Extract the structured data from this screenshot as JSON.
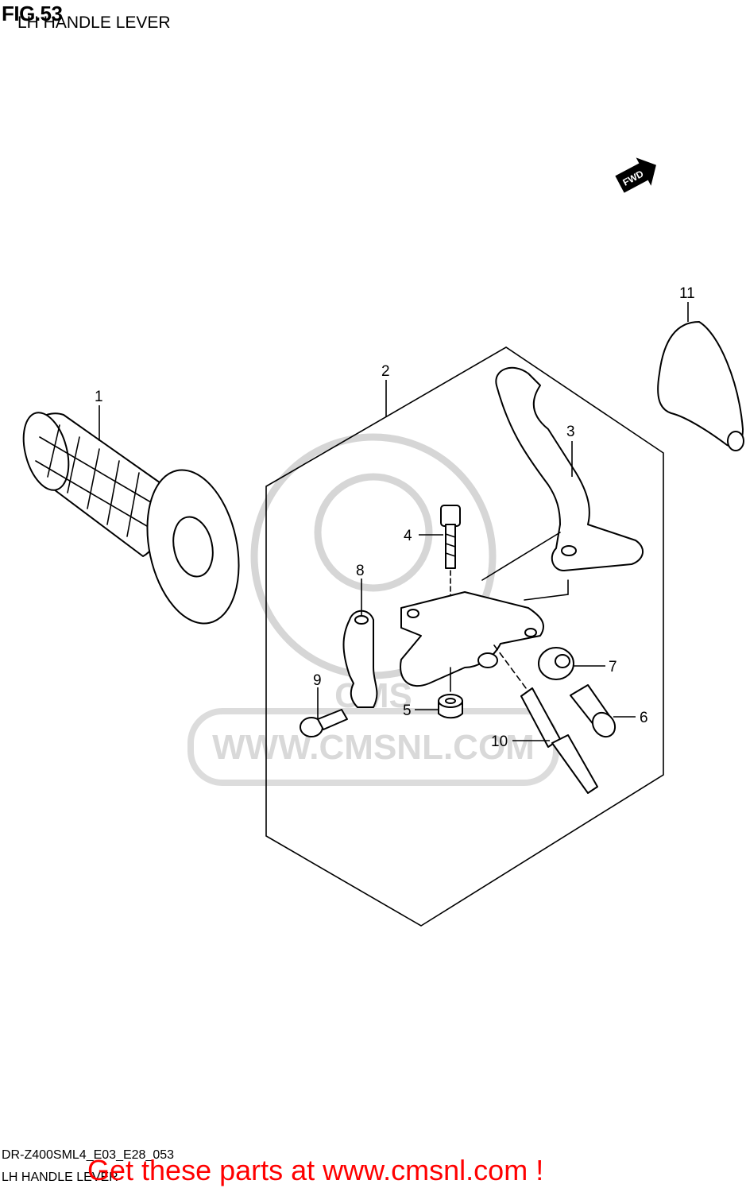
{
  "header": {
    "fig_number": "FIG.53",
    "title": "LH HANDLE LEVER"
  },
  "fwd_badge": "FWD",
  "callouts": [
    "1",
    "2",
    "3",
    "4",
    "5",
    "6",
    "7",
    "8",
    "9",
    "10",
    "11"
  ],
  "watermark": {
    "logo_text": "CMS",
    "url_text": "WWW.CMSNL.COM"
  },
  "footer": {
    "model_code": "DR-Z400SML4_E03_E28_053",
    "title": "LH HANDLE LEVER",
    "cta": "Get these parts at www.cmsnl.com !",
    "cta_color": "#ff0000"
  }
}
